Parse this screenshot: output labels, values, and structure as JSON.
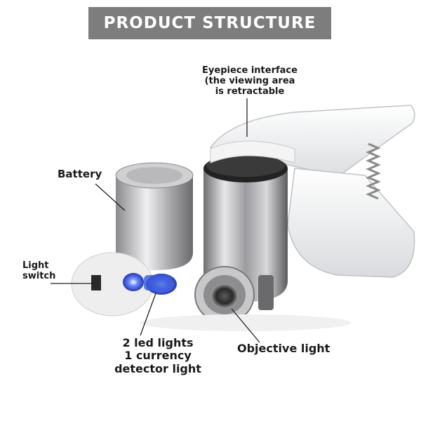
{
  "title": "PRODUCT STRUCTURE",
  "labels": {
    "eyepiece": [
      "Eyepiece interface",
      "(the viewing area",
      "is retractable"
    ],
    "battery": "Battery",
    "light_switch": [
      "Light",
      "switch"
    ],
    "led_lights": [
      "2 led lights",
      "1 currency",
      "detector light"
    ],
    "objective_light": "Objective light"
  },
  "colors": {
    "title_bg": "#7d7d7d",
    "title_text": "#ffffff",
    "led_blue": "#3a5bd9"
  }
}
